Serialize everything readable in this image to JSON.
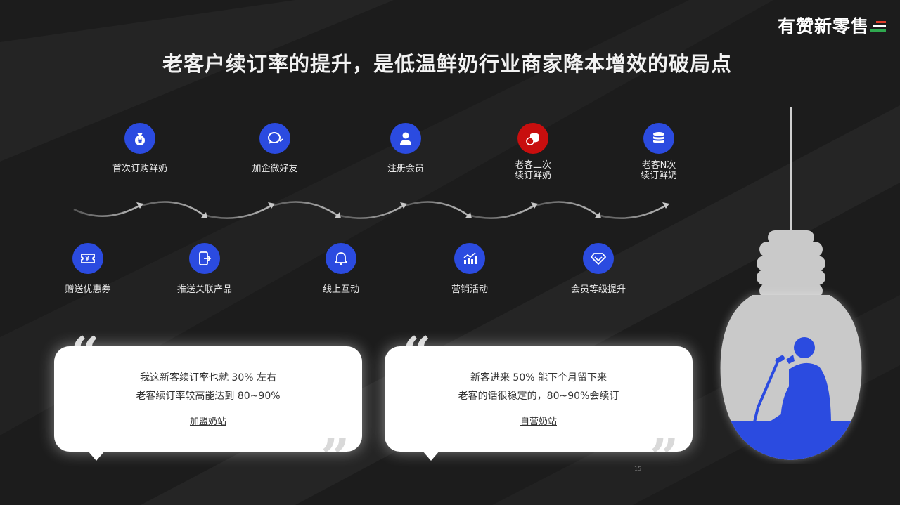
{
  "brand": {
    "logo_text": "有赞新零售",
    "bar_colors": [
      "#e03b2a",
      "#ffffff",
      "#2fa84f"
    ]
  },
  "title": "老客户续订率的提升，是低温鲜奶行业商家降本增效的破局点",
  "top_steps": [
    {
      "label": "首次订购鲜奶",
      "icon": "money-bag-icon"
    },
    {
      "label": "加企微好友",
      "icon": "chat-bubble-icon"
    },
    {
      "label": "注册会员",
      "icon": "member-icon"
    },
    {
      "label": "老客二次\n续订鲜奶",
      "icon": "coins-icon"
    },
    {
      "label": "老客N次\n续订鲜奶",
      "icon": "coin-stack-icon"
    }
  ],
  "bottom_steps": [
    {
      "label": "赠送优惠券",
      "icon": "coupon-icon"
    },
    {
      "label": "推送关联产品",
      "icon": "phone-push-icon"
    },
    {
      "label": "线上互动",
      "icon": "bell-icon"
    },
    {
      "label": "营销活动",
      "icon": "chart-icon"
    },
    {
      "label": "会员等级提升",
      "icon": "diamond-icon"
    }
  ],
  "quotes": [
    {
      "lines": [
        "我这新客续订率也就 30% 左右",
        "老客续订率较高能达到 80~90%"
      ],
      "source": "加盟奶站"
    },
    {
      "lines": [
        "新客进来 50% 能下个月留下来",
        "老客的话很稳定的，80~90%会续订"
      ],
      "source": "自营奶站"
    }
  ],
  "page_number": "15",
  "colors": {
    "accent_blue": "#2b4be0",
    "accent_red": "#c80e0e",
    "bulb_gray": "#c9c9c9"
  }
}
